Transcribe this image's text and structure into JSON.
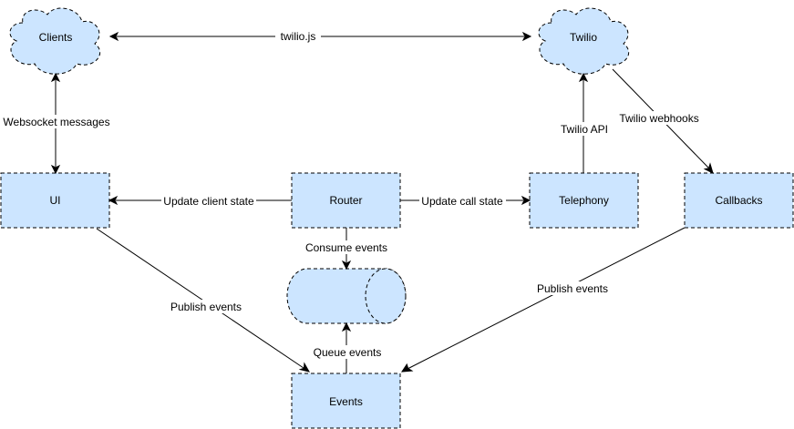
{
  "colors": {
    "node_fill": "#cce5ff",
    "node_stroke": "#000000",
    "line": "#000000",
    "background": "#ffffff"
  },
  "nodes": {
    "clients": {
      "label": "Clients",
      "shape": "cloud"
    },
    "twilio": {
      "label": "Twilio",
      "shape": "cloud"
    },
    "ui": {
      "label": "UI",
      "shape": "dashed-rectangle"
    },
    "router": {
      "label": "Router",
      "shape": "dashed-rectangle"
    },
    "telephony": {
      "label": "Telephony",
      "shape": "dashed-rectangle"
    },
    "callbacks": {
      "label": "Callbacks",
      "shape": "dashed-rectangle"
    },
    "queue": {
      "label": "",
      "shape": "cylinder"
    },
    "events": {
      "label": "Events",
      "shape": "dashed-rectangle"
    }
  },
  "edges": {
    "clients_twilio": {
      "from": "clients",
      "to": "twilio",
      "label": "twilio.js",
      "direction": "both"
    },
    "clients_ui": {
      "from": "clients",
      "to": "ui",
      "label": "Websocket messages",
      "direction": "both"
    },
    "telephony_twilio": {
      "from": "telephony",
      "to": "twilio",
      "label": "Twilio API",
      "direction": "forward"
    },
    "twilio_callbacks": {
      "from": "twilio",
      "to": "callbacks",
      "label": "Twilio webhooks",
      "direction": "forward"
    },
    "router_ui": {
      "from": "router",
      "to": "ui",
      "label": "Update client state",
      "direction": "forward"
    },
    "router_telephony": {
      "from": "router",
      "to": "telephony",
      "label": "Update call state",
      "direction": "forward"
    },
    "router_queue": {
      "from": "router",
      "to": "queue",
      "label": "Consume events",
      "direction": "forward"
    },
    "events_queue": {
      "from": "events",
      "to": "queue",
      "label": "Queue events",
      "direction": "forward"
    },
    "ui_events": {
      "from": "ui",
      "to": "events",
      "label": "Publish events",
      "direction": "forward"
    },
    "callbacks_events": {
      "from": "callbacks",
      "to": "events",
      "label": "Publish events",
      "direction": "forward"
    }
  }
}
